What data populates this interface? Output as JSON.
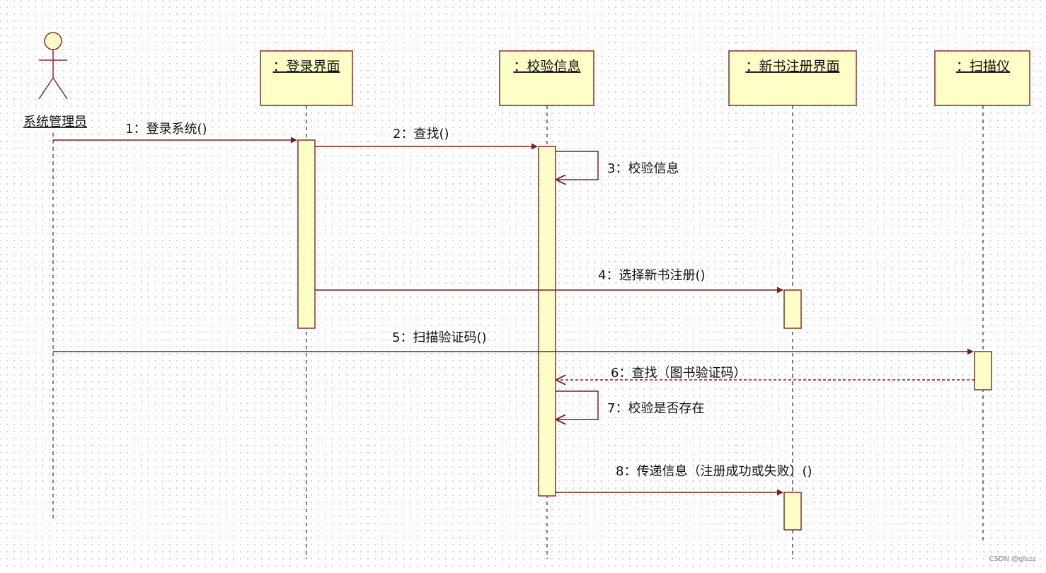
{
  "actor": {
    "name": "系统管理员"
  },
  "lifelines": [
    {
      "id": "login",
      "label": "：登录界面"
    },
    {
      "id": "verify",
      "label": "：校验信息"
    },
    {
      "id": "register",
      "label": "：新书注册界面"
    },
    {
      "id": "scanner",
      "label": "：扫描仪"
    }
  ],
  "messages": [
    {
      "seq": "1",
      "label": "1：登录系统()",
      "from": "actor",
      "to": "login",
      "kind": "sync"
    },
    {
      "seq": "2",
      "label": "2：查找()",
      "from": "login",
      "to": "verify",
      "kind": "sync"
    },
    {
      "seq": "3",
      "label": "3：校验信息",
      "from": "verify",
      "to": "verify",
      "kind": "self"
    },
    {
      "seq": "4",
      "label": "4：选择新书注册()",
      "from": "login",
      "to": "register",
      "kind": "sync"
    },
    {
      "seq": "5",
      "label": "5：扫描验证码()",
      "from": "actor",
      "to": "scanner",
      "kind": "sync"
    },
    {
      "seq": "6",
      "label": "6：查找（图书验证码）",
      "from": "scanner",
      "to": "verify",
      "kind": "return"
    },
    {
      "seq": "7",
      "label": "7：校验是否存在",
      "from": "verify",
      "to": "verify",
      "kind": "self"
    },
    {
      "seq": "8",
      "label": "8：传递信息（注册成功或失败）()",
      "from": "verify",
      "to": "register",
      "kind": "sync"
    }
  ],
  "colors": {
    "box_fill": "#ffffc8",
    "box_stroke": "#8a2d2d",
    "arrow": "#7a1f1f"
  },
  "watermark": "CSDN @glszz"
}
